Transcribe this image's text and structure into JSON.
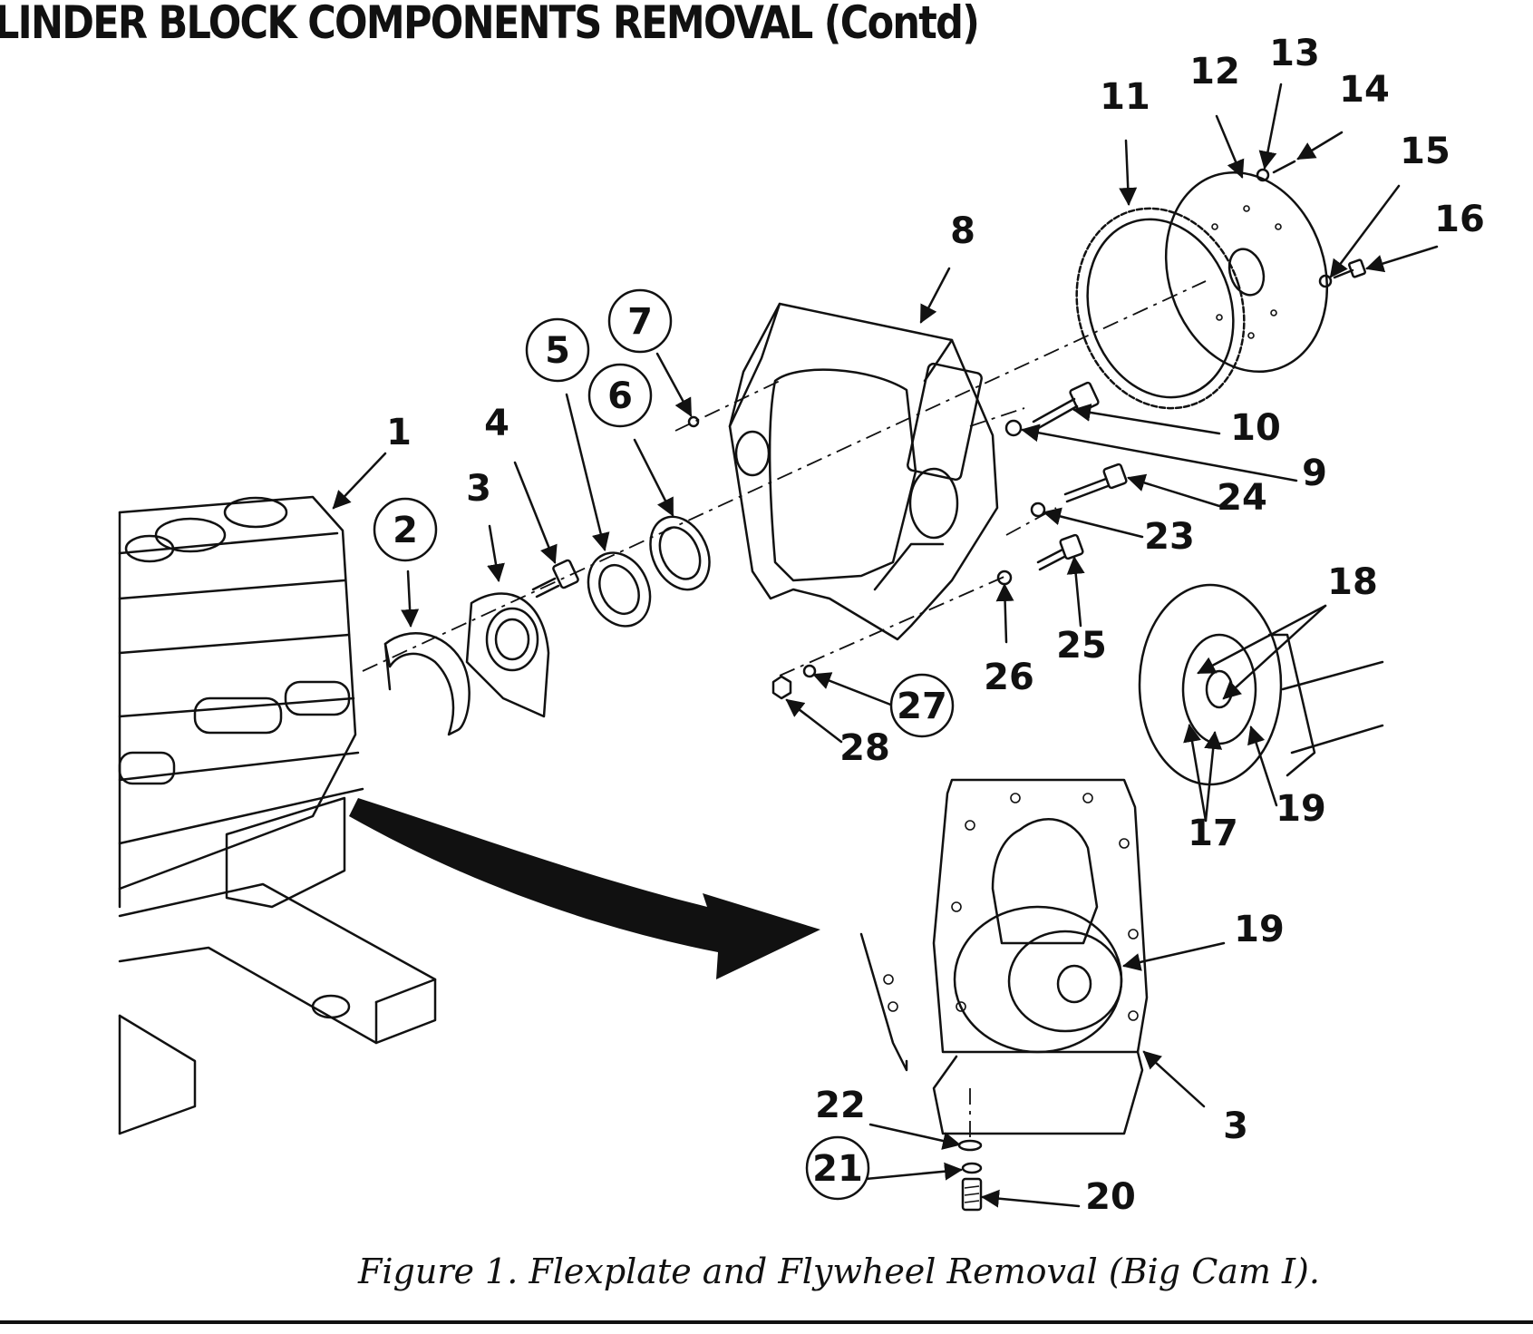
{
  "heading": "LINDER BLOCK COMPONENTS REMOVAL (Contd)",
  "caption": "Figure 1.  Flexplate and Flywheel Removal (Big Cam I).",
  "callouts": [
    {
      "label": "1",
      "circled": false
    },
    {
      "label": "2",
      "circled": true
    },
    {
      "label": "3",
      "circled": false
    },
    {
      "label": "4",
      "circled": false
    },
    {
      "label": "5",
      "circled": true
    },
    {
      "label": "6",
      "circled": true
    },
    {
      "label": "7",
      "circled": true
    },
    {
      "label": "8",
      "circled": false
    },
    {
      "label": "9",
      "circled": false
    },
    {
      "label": "10",
      "circled": false
    },
    {
      "label": "11",
      "circled": false
    },
    {
      "label": "12",
      "circled": false
    },
    {
      "label": "13",
      "circled": false
    },
    {
      "label": "14",
      "circled": false
    },
    {
      "label": "15",
      "circled": false
    },
    {
      "label": "16",
      "circled": false
    },
    {
      "label": "17",
      "circled": false
    },
    {
      "label": "18",
      "circled": false
    },
    {
      "label": "19",
      "circled": false
    },
    {
      "label": "23",
      "circled": false
    },
    {
      "label": "24",
      "circled": false
    },
    {
      "label": "25",
      "circled": false
    },
    {
      "label": "26",
      "circled": false
    },
    {
      "label": "27",
      "circled": true
    },
    {
      "label": "28",
      "circled": false
    },
    {
      "label": "19",
      "circled": false
    },
    {
      "label": "3",
      "circled": false
    },
    {
      "label": "22",
      "circled": false
    },
    {
      "label": "21",
      "circled": true
    },
    {
      "label": "20",
      "circled": false
    }
  ]
}
